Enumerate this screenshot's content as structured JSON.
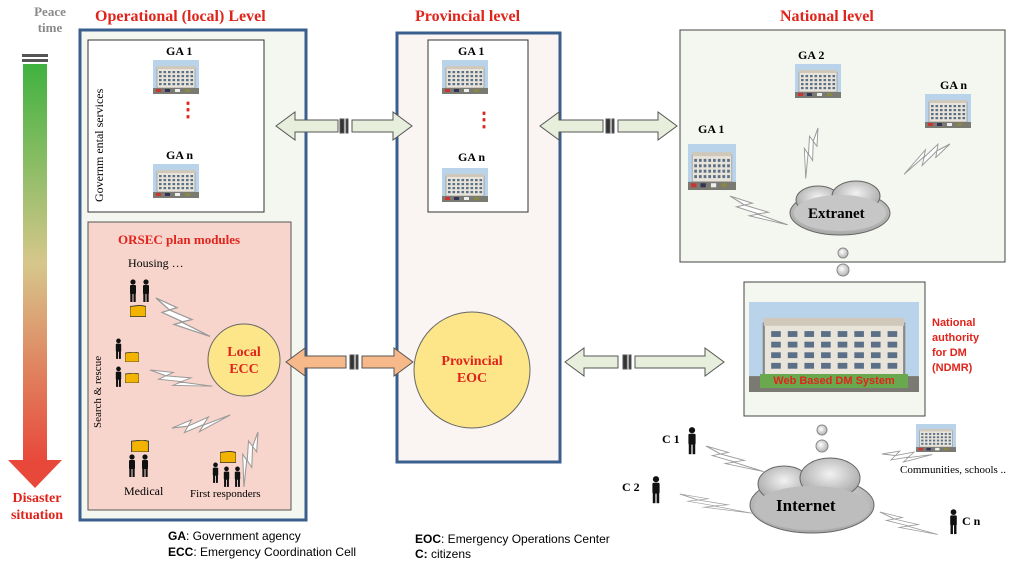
{
  "left_bar": {
    "top_label_1": "Peace",
    "top_label_2": "time",
    "bottom_label_1": "Disaster",
    "bottom_label_2": "situation"
  },
  "levels": {
    "operational": "Operational (local) Level",
    "provincial": "Provincial level",
    "national": "National level"
  },
  "operational": {
    "services_label": "Governm ental services",
    "ga1": "GA 1",
    "gan": "GA n",
    "ellipsis": "⋮",
    "orsec_title": "ORSEC plan modules",
    "housing": "Housing …",
    "search_rescue": "Search & rescue",
    "medical": "Medical",
    "first_responders": "First responders",
    "ecc_line1": "Local",
    "ecc_line2": "ECC"
  },
  "provincial": {
    "ga1": "GA 1",
    "gan": "GA n",
    "ellipsis": "⋮",
    "eoc_line1": "Provincial",
    "eoc_line2": "EOC"
  },
  "national": {
    "ga1": "GA 1",
    "ga2": "GA 2",
    "gan": "GA  n",
    "extranet": "Extranet",
    "web_system": "Web Based DM System",
    "authority_1": "National",
    "authority_2": "authority",
    "authority_3": "for DM",
    "authority_4": "(NDMR)"
  },
  "internet": {
    "label": "Internet",
    "c1": "C 1",
    "c2": "C 2",
    "cn": "C n",
    "communities": "Communities, schools .."
  },
  "legend": {
    "ga_abbr": "GA",
    "ga_text": ": Government agency",
    "ecc_abbr": "ECC",
    "ecc_text": ": Emergency Coordination Cell",
    "eoc_abbr": "EOC",
    "eoc_text": ": Emergency Operations Center",
    "c_abbr": "C:",
    "c_text": " citizens"
  },
  "colors": {
    "title_red": "#e0241b",
    "panel_border": "#3a5f8f",
    "orsec_fill": "#f7d5cc",
    "eoc_fill": "#fde68a",
    "arrow_fill": "#e7efdc",
    "arrow_orange": "#f7b98a"
  }
}
